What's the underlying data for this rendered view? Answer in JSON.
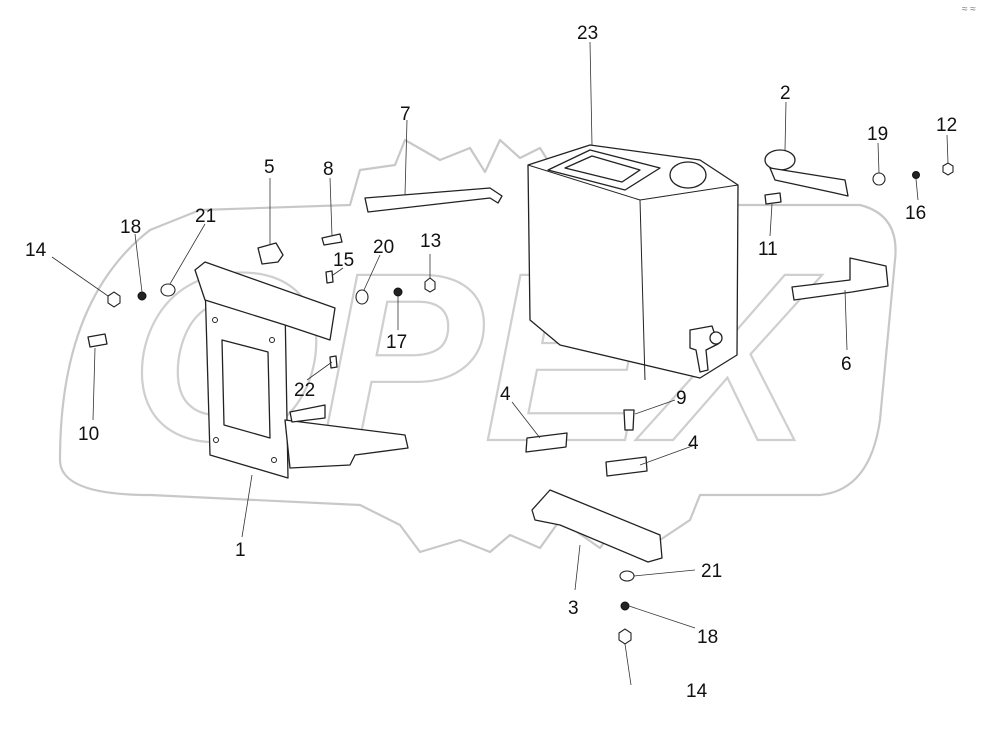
{
  "watermark": {
    "text": "OPEX"
  },
  "corner_mark": "≈ ≈",
  "callouts": [
    {
      "id": "c1",
      "text": "1"
    },
    {
      "id": "c2",
      "text": "2"
    },
    {
      "id": "c3",
      "text": "3"
    },
    {
      "id": "c4a",
      "text": "4"
    },
    {
      "id": "c4b",
      "text": "4"
    },
    {
      "id": "c5",
      "text": "5"
    },
    {
      "id": "c6",
      "text": "6"
    },
    {
      "id": "c7",
      "text": "7"
    },
    {
      "id": "c8",
      "text": "8"
    },
    {
      "id": "c9",
      "text": "9"
    },
    {
      "id": "c10",
      "text": "10"
    },
    {
      "id": "c11",
      "text": "11"
    },
    {
      "id": "c12",
      "text": "12"
    },
    {
      "id": "c13",
      "text": "13"
    },
    {
      "id": "c14a",
      "text": "14"
    },
    {
      "id": "c14b",
      "text": "14"
    },
    {
      "id": "c15",
      "text": "15"
    },
    {
      "id": "c16",
      "text": "16"
    },
    {
      "id": "c17",
      "text": "17"
    },
    {
      "id": "c18a",
      "text": "18"
    },
    {
      "id": "c18b",
      "text": "18"
    },
    {
      "id": "c19",
      "text": "19"
    },
    {
      "id": "c20",
      "text": "20"
    },
    {
      "id": "c21a",
      "text": "21"
    },
    {
      "id": "c21b",
      "text": "21"
    },
    {
      "id": "c22",
      "text": "22"
    },
    {
      "id": "c23",
      "text": "23"
    }
  ]
}
